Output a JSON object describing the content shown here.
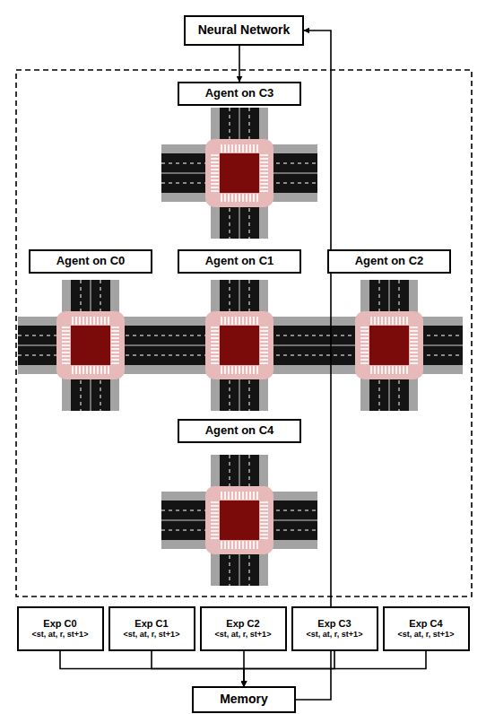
{
  "diagram": {
    "nodes": [
      {
        "text": [
          "Neural Network"
        ]
      },
      {
        "text": [
          "Agent on C3"
        ]
      },
      {
        "text": [
          "Agent on C0"
        ]
      },
      {
        "text": [
          "Agent on C1"
        ]
      },
      {
        "text": [
          "Agent on C2"
        ]
      },
      {
        "text": [
          "Agent on C4"
        ]
      },
      {
        "text": [
          "Exp C0",
          "<st, at, r, st+1>"
        ]
      },
      {
        "text": [
          "Exp C1",
          "<st, at, r, st+1>"
        ]
      },
      {
        "text": [
          "Exp C2",
          "<st, at, r, st+1>"
        ]
      },
      {
        "text": [
          "Exp C3",
          "<st, at, r, st+1>"
        ]
      },
      {
        "text": [
          "Exp C4",
          "<st, at, r, st+1>"
        ]
      },
      {
        "text": [
          "Memory"
        ]
      }
    ],
    "edges": [
      {
        "from": 0,
        "to": 1,
        "arrow": "to"
      },
      {
        "from": 6,
        "to": 11,
        "arrow": "to"
      },
      {
        "from": 7,
        "to": 11,
        "arrow": "to"
      },
      {
        "from": 8,
        "to": 11,
        "arrow": "to"
      },
      {
        "from": 9,
        "to": 11,
        "arrow": "to"
      },
      {
        "from": 10,
        "to": 11,
        "arrow": "to"
      },
      {
        "from": 11,
        "to": 0,
        "arrow": "to"
      }
    ]
  }
}
